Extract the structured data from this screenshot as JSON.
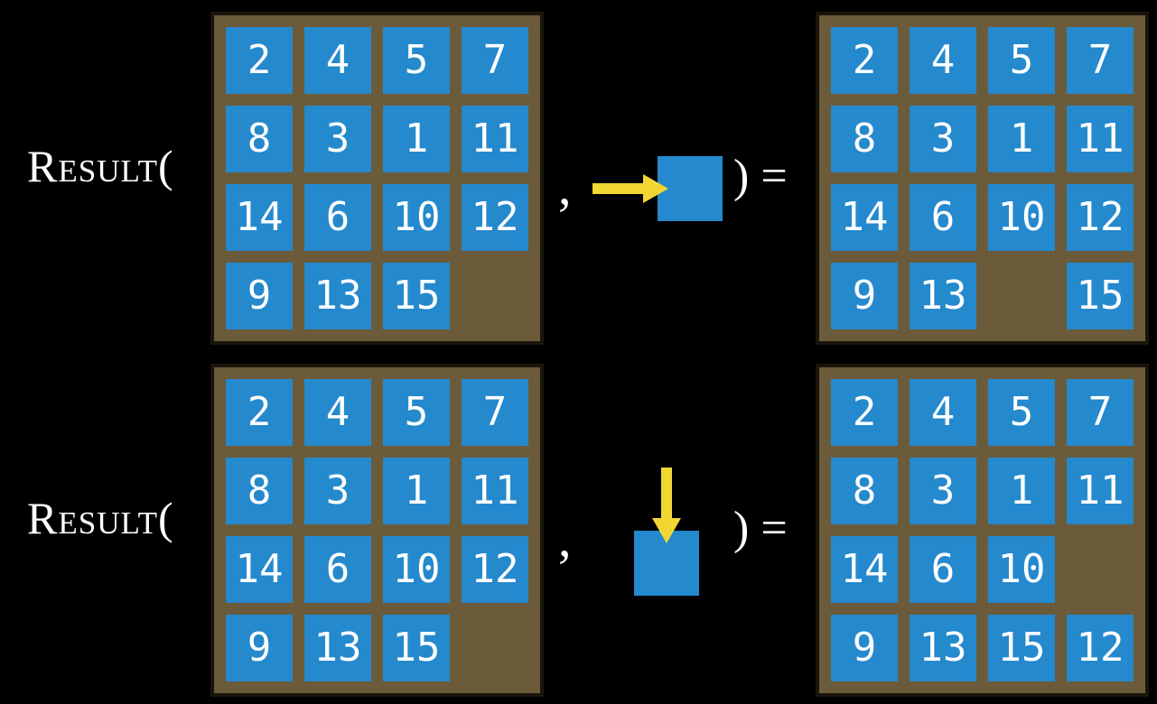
{
  "figure": {
    "description": "Two applications of the Result function on 15-puzzle states",
    "examples": [
      {
        "function_label": "Result(",
        "comma": ",",
        "close_label": ") =",
        "action": {
          "direction": "right",
          "icon": "right-arrow-icon",
          "object": "blank-tile"
        },
        "input_board": [
          [
            "2",
            "4",
            "5",
            "7"
          ],
          [
            "8",
            "3",
            "1",
            "11"
          ],
          [
            "14",
            "6",
            "10",
            "12"
          ],
          [
            "9",
            "13",
            "15",
            ""
          ]
        ],
        "output_board": [
          [
            "2",
            "4",
            "5",
            "7"
          ],
          [
            "8",
            "3",
            "1",
            "11"
          ],
          [
            "14",
            "6",
            "10",
            "12"
          ],
          [
            "9",
            "13",
            "",
            "15"
          ]
        ]
      },
      {
        "function_label": "Result(",
        "comma": ",",
        "close_label": ") =",
        "action": {
          "direction": "down",
          "icon": "down-arrow-icon",
          "object": "blank-tile"
        },
        "input_board": [
          [
            "2",
            "4",
            "5",
            "7"
          ],
          [
            "8",
            "3",
            "1",
            "11"
          ],
          [
            "14",
            "6",
            "10",
            "12"
          ],
          [
            "9",
            "13",
            "15",
            ""
          ]
        ],
        "output_board": [
          [
            "2",
            "4",
            "5",
            "7"
          ],
          [
            "8",
            "3",
            "1",
            "11"
          ],
          [
            "14",
            "6",
            "10",
            ""
          ],
          [
            "9",
            "13",
            "15",
            "12"
          ]
        ]
      }
    ],
    "colors": {
      "tile_blue": "#2589cd",
      "board_brown": "#6b5b3a",
      "board_border": "#1a150b",
      "arrow_yellow": "#f2d733",
      "text_white": "#ffffff",
      "background": "#000000"
    }
  }
}
